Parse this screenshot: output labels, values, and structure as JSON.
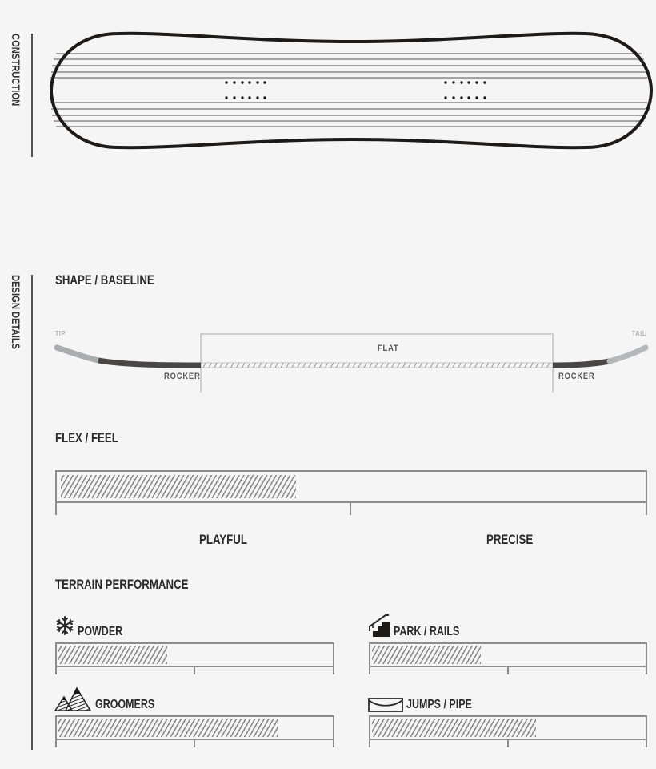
{
  "sections": {
    "construction": "CONSTRUCTION",
    "design_details": "DESIGN DETAILS"
  },
  "shape": {
    "title": "SHAPE / BASELINE",
    "tip": "TIP",
    "tail": "TAIL",
    "rocker_left": "ROCKER",
    "rocker_right": "ROCKER",
    "flat": "FLAT"
  },
  "flex": {
    "title": "FLEX / FEEL",
    "left_label": "PLAYFUL",
    "right_label": "PRECISE",
    "value_percent": 40
  },
  "terrain": {
    "title": "TERRAIN PERFORMANCE",
    "items": [
      {
        "label": "POWDER",
        "icon": "snowflake-icon",
        "value_percent": 40
      },
      {
        "label": "PARK / RAILS",
        "icon": "stairs-rail-icon",
        "value_percent": 40
      },
      {
        "label": "GROOMERS",
        "icon": "mountains-icon",
        "value_percent": 80
      },
      {
        "label": "JUMPS / PIPE",
        "icon": "halfpipe-icon",
        "value_percent": 60
      }
    ]
  },
  "colors": {
    "background": "#f5f5f5",
    "rocker_dark": "#4a4646",
    "tip_light": "#b5b8b8",
    "bar_border": "#8c8c8c",
    "hatch": "#8a8a8a",
    "text": "#2b2b2b"
  },
  "chart_data": [
    {
      "type": "bar",
      "title": "FLEX / FEEL",
      "categories": [
        "Flex"
      ],
      "values": [
        40
      ],
      "xlabel": "",
      "ylabel": "",
      "scale_labels": [
        "PLAYFUL",
        "PRECISE"
      ],
      "ylim": [
        0,
        100
      ]
    },
    {
      "type": "bar",
      "title": "TERRAIN PERFORMANCE",
      "categories": [
        "POWDER",
        "PARK / RAILS",
        "GROOMERS",
        "JUMPS / PIPE"
      ],
      "values": [
        40,
        40,
        80,
        60
      ],
      "ylim": [
        0,
        100
      ]
    }
  ]
}
